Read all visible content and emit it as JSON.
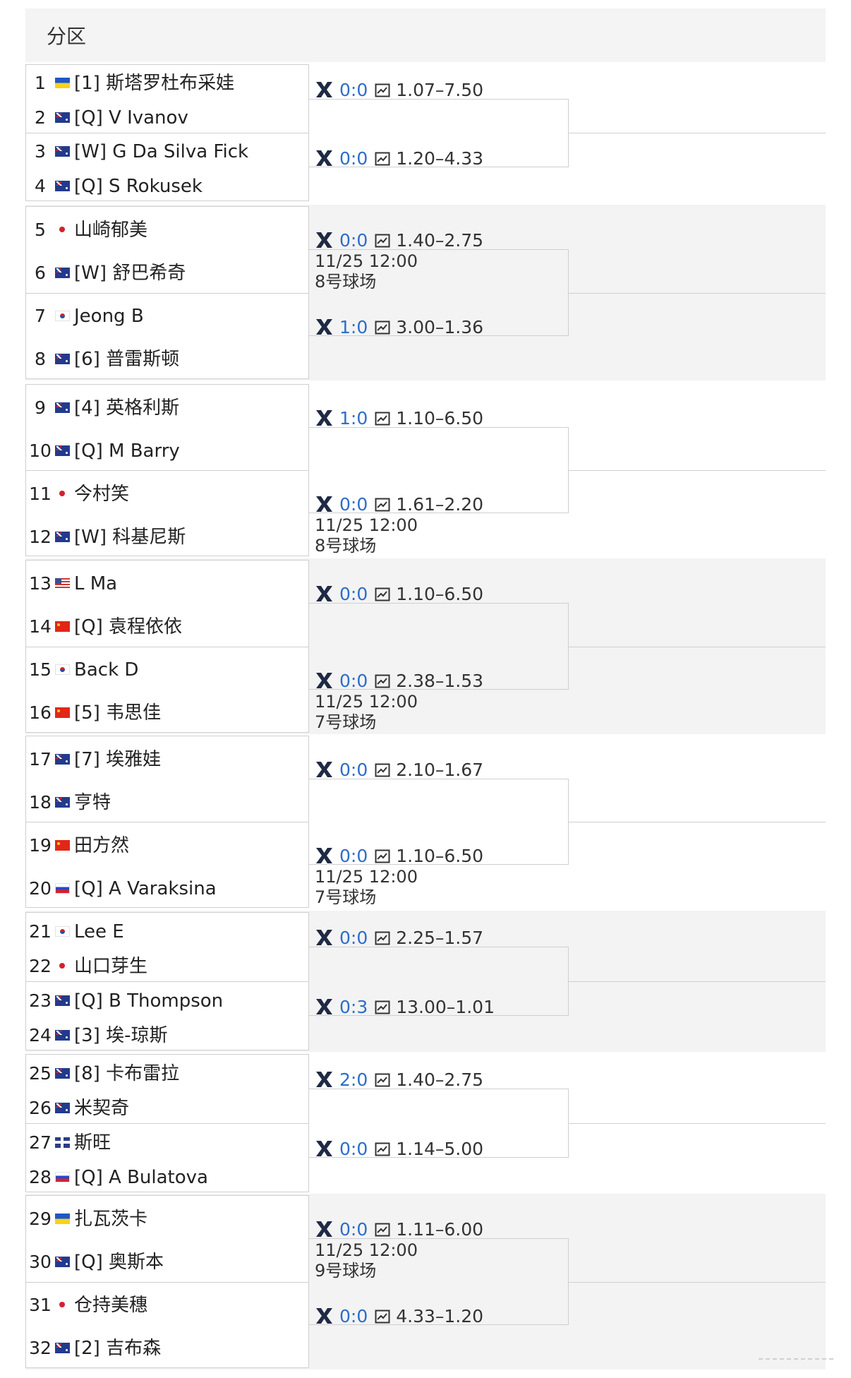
{
  "header": {
    "title": "分区"
  },
  "players": [
    {
      "num": "1",
      "flag": "ua",
      "name": "[1] 斯塔罗杜布采娃"
    },
    {
      "num": "2",
      "flag": "au",
      "name": "[Q] V Ivanov"
    },
    {
      "num": "3",
      "flag": "au",
      "name": "[W] G Da Silva Fick"
    },
    {
      "num": "4",
      "flag": "au",
      "name": "[Q] S Rokusek"
    },
    {
      "num": "5",
      "flag": "jp",
      "name": "山崎郁美"
    },
    {
      "num": "6",
      "flag": "au",
      "name": "[W] 舒巴希奇"
    },
    {
      "num": "7",
      "flag": "kr",
      "name": "Jeong B"
    },
    {
      "num": "8",
      "flag": "au",
      "name": "[6] 普雷斯顿"
    },
    {
      "num": "9",
      "flag": "au",
      "name": "[4] 英格利斯"
    },
    {
      "num": "10",
      "flag": "au",
      "name": "[Q] M Barry"
    },
    {
      "num": "11",
      "flag": "jp",
      "name": "今村笑"
    },
    {
      "num": "12",
      "flag": "au",
      "name": "[W] 科基尼斯"
    },
    {
      "num": "13",
      "flag": "us",
      "name": "L Ma"
    },
    {
      "num": "14",
      "flag": "cn",
      "name": "[Q] 袁程依依"
    },
    {
      "num": "15",
      "flag": "kr",
      "name": "Back D"
    },
    {
      "num": "16",
      "flag": "cn",
      "name": "[5] 韦思佳"
    },
    {
      "num": "17",
      "flag": "au",
      "name": "[7] 埃雅娃"
    },
    {
      "num": "18",
      "flag": "au",
      "name": "亨特"
    },
    {
      "num": "19",
      "flag": "cn",
      "name": "田方然"
    },
    {
      "num": "20",
      "flag": "ru",
      "name": "[Q] A Varaksina"
    },
    {
      "num": "21",
      "flag": "kr",
      "name": "Lee E"
    },
    {
      "num": "22",
      "flag": "jp",
      "name": "山口芽生"
    },
    {
      "num": "23",
      "flag": "au",
      "name": "[Q] B Thompson"
    },
    {
      "num": "24",
      "flag": "au",
      "name": "[3] 埃-琼斯"
    },
    {
      "num": "25",
      "flag": "au",
      "name": "[8] 卡布雷拉"
    },
    {
      "num": "26",
      "flag": "au",
      "name": "米契奇"
    },
    {
      "num": "27",
      "flag": "gb",
      "name": "斯旺"
    },
    {
      "num": "28",
      "flag": "ru",
      "name": "[Q] A Bulatova"
    },
    {
      "num": "29",
      "flag": "ua",
      "name": "扎瓦茨卡"
    },
    {
      "num": "30",
      "flag": "au",
      "name": "[Q] 奥斯本"
    },
    {
      "num": "31",
      "flag": "jp",
      "name": "仓持美穗"
    },
    {
      "num": "32",
      "flag": "au",
      "name": "[2] 吉布森"
    }
  ],
  "matches": [
    {
      "score": "0:0",
      "odds": "1.07–7.50",
      "info": []
    },
    {
      "score": "0:0",
      "odds": "1.20–4.33",
      "info": []
    },
    {
      "score": "0:0",
      "odds": "1.40–2.75",
      "info": [
        "11/25 12:00",
        "8号球场"
      ]
    },
    {
      "score": "1:0",
      "odds": "3.00–1.36",
      "info": []
    },
    {
      "score": "1:0",
      "odds": "1.10–6.50",
      "info": []
    },
    {
      "score": "0:0",
      "odds": "1.61–2.20",
      "info": [
        "11/25 12:00",
        "8号球场"
      ]
    },
    {
      "score": "0:0",
      "odds": "1.10–6.50",
      "info": []
    },
    {
      "score": "0:0",
      "odds": "2.38–1.53",
      "info": [
        "11/25 12:00",
        "7号球场"
      ]
    },
    {
      "score": "0:0",
      "odds": "2.10–1.67",
      "info": []
    },
    {
      "score": "0:0",
      "odds": "1.10–6.50",
      "info": [
        "11/25 12:00",
        "7号球场"
      ]
    },
    {
      "score": "0:0",
      "odds": "2.25–1.57",
      "info": []
    },
    {
      "score": "0:3",
      "odds": "13.00–1.01",
      "info": []
    },
    {
      "score": "2:0",
      "odds": "1.40–2.75",
      "info": []
    },
    {
      "score": "0:0",
      "odds": "1.14–5.00",
      "info": []
    },
    {
      "score": "0:0",
      "odds": "1.11–6.00",
      "info": [
        "11/25 12:00",
        "9号球场"
      ]
    },
    {
      "score": "0:0",
      "odds": "4.33–1.20",
      "info": []
    }
  ],
  "colors": {
    "score_blue": "#2d6ec9",
    "band_shade": "#f3f3f3",
    "border": "#cfcfcf"
  },
  "icons": {
    "match_icon": "crossed-rackets-icon",
    "odds_icon": "chart-icon"
  }
}
